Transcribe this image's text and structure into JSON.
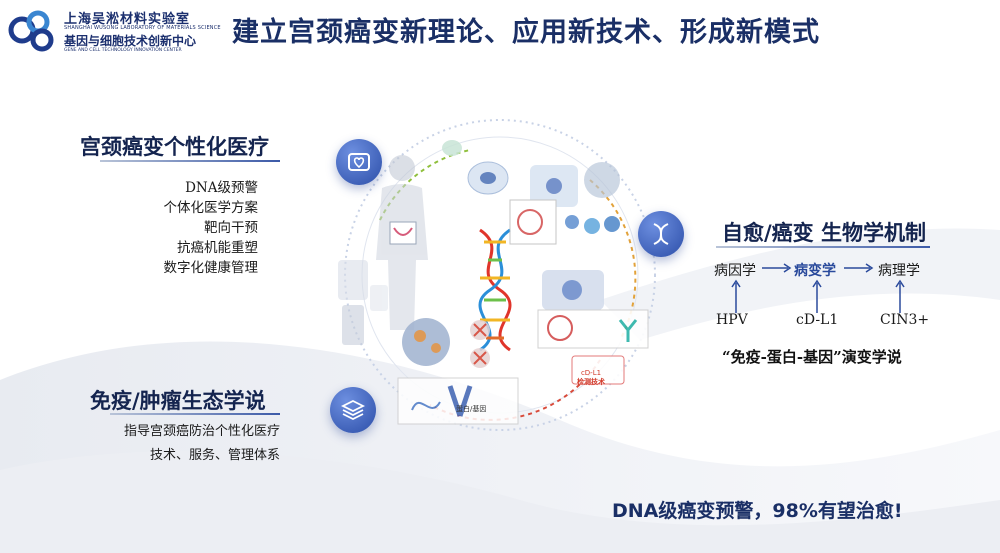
{
  "logo": {
    "name": "上海吴淞材料实验室",
    "name_en": "SHANGHAI WUSONG LABORATORY OF MATERIALS SCIENCE",
    "center": "基因与细胞技术创新中心",
    "center_en": "GENE AND CELL TECHNOLOGY INNOVATION CENTER"
  },
  "title": "建立宫颈癌变新理论、应用新技术、形成新模式",
  "left_top": {
    "title": "宫颈癌变个性化医疗",
    "items": [
      "DNA级预警",
      "个体化医学方案",
      "靶向干预",
      "抗癌机能重塑",
      "数字化健康管理"
    ]
  },
  "left_bottom": {
    "title": "免疫/肿瘤生态学说",
    "lines": [
      "指导宫颈癌防治个性化医疗",
      "技术、服务、管理体系"
    ]
  },
  "right": {
    "title": "自愈/癌变 生物学机制",
    "stages": [
      "病因学",
      "病变学",
      "病理学"
    ],
    "markers": [
      "HPV",
      "cD-L1",
      "CIN3+"
    ],
    "theory": "“免疫-蛋白-基因”演变学说"
  },
  "center": {
    "detect_label_1": "cD-L1",
    "detect_label_2": "检测技术",
    "protein_label": "蛋白/基因"
  },
  "banner": "DNA级癌变预警，98%有望治愈!",
  "colors": {
    "accent": "#1a2f66",
    "blue": "#2c4ea8",
    "red": "#d23a2a"
  },
  "icons": {
    "top_left_circle": "heart-card-icon",
    "right_circle": "dna-icon",
    "bottom_left_circle": "layers-icon"
  }
}
